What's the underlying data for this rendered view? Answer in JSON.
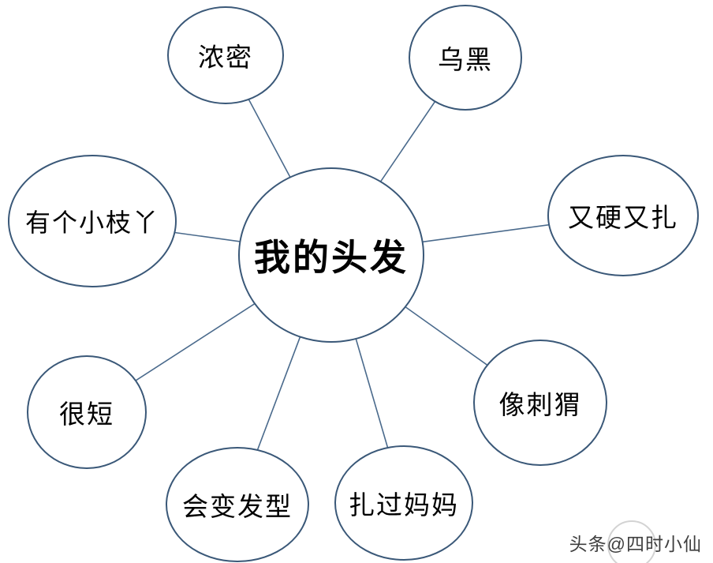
{
  "diagram": {
    "title_node": {
      "label": "我的头发"
    },
    "nodes": [
      {
        "label": "浓密"
      },
      {
        "label": "乌黑"
      },
      {
        "label": "又硬又扎"
      },
      {
        "label": "像刺猬"
      },
      {
        "label": "扎过妈妈"
      },
      {
        "label": "会变发型"
      },
      {
        "label": "很短"
      },
      {
        "label": "有个小枝丫"
      }
    ],
    "colors": {
      "node_stroke": "#3a5878",
      "connector": "#4a6a8c",
      "text": "#000000",
      "background": "#ffffff"
    }
  },
  "watermark": {
    "text": "头条@四时小仙"
  }
}
